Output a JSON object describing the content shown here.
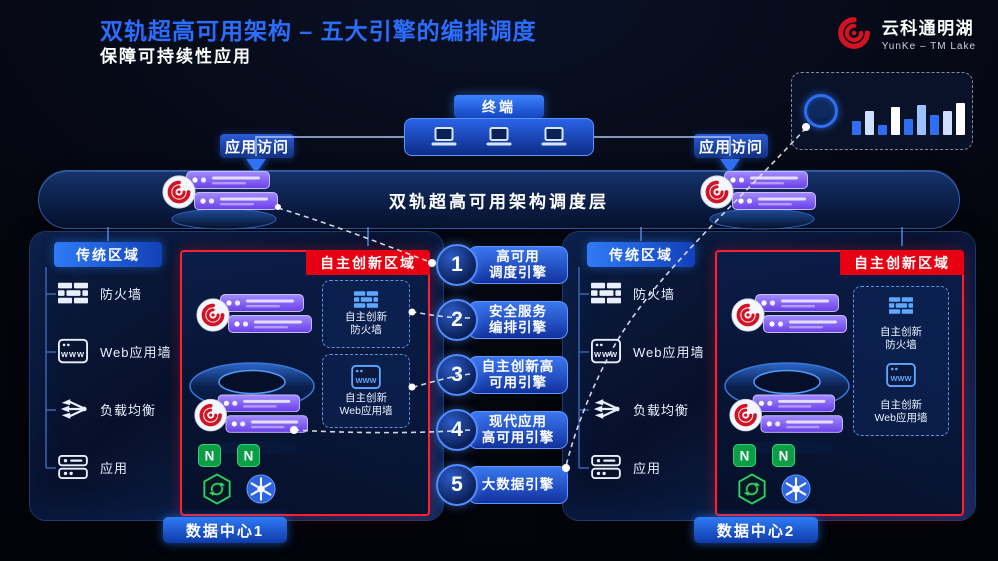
{
  "header": {
    "title": "双轨超高可用架构 – 五大引擎的编排调度",
    "subtitle": "保障可持续性应用"
  },
  "logo": {
    "name": "云科通明湖",
    "subname": "YunKe – TM Lake"
  },
  "stats_panel": {
    "bars": [
      14,
      24,
      10,
      28,
      16,
      30,
      20,
      24,
      32
    ],
    "bar_colors": [
      "#2e6ff2",
      "#cfe0ff",
      "#2e6ff2",
      "#ffffff",
      "#2e6ff2",
      "#9cc1ff",
      "#2e6ff2",
      "#cfe0ff",
      "#ffffff"
    ]
  },
  "terminal": {
    "label": "终端"
  },
  "access": {
    "left": "应用访问",
    "right": "应用访问"
  },
  "scheduling_layer": {
    "label": "双轨超高可用架构调度层"
  },
  "engines": [
    {
      "num": "1",
      "line1": "高可用",
      "line2": "调度引擎"
    },
    {
      "num": "2",
      "line1": "安全服务",
      "line2": "编排引擎"
    },
    {
      "num": "3",
      "line1": "自主创新高",
      "line2": "可用引擎"
    },
    {
      "num": "4",
      "line1": "现代应用",
      "line2": "高可用引擎"
    },
    {
      "num": "5",
      "line1": "大数据引擎",
      "line2": ""
    }
  ],
  "datacenters": [
    {
      "name": "数据中心1",
      "traditional": {
        "label": "传统区域",
        "items": [
          {
            "label": "防火墙"
          },
          {
            "label": "Web应用墙"
          },
          {
            "label": "负载均衡"
          },
          {
            "label": "应用"
          }
        ]
      },
      "innovation": {
        "label": "自主创新区域",
        "firewall": {
          "line1": "自主创新",
          "line2": "防火墙"
        },
        "waf": {
          "line1": "自主创新",
          "line2": "Web应用墙"
        }
      }
    },
    {
      "name": "数据中心2",
      "traditional": {
        "label": "传统区域",
        "items": [
          {
            "label": "防火墙"
          },
          {
            "label": "Web应用墙"
          },
          {
            "label": "负载均衡"
          },
          {
            "label": "应用"
          }
        ]
      },
      "innovation": {
        "label": "自主创新区域",
        "firewall": {
          "line1": "自主创新",
          "line2": "防火墙"
        },
        "waf": {
          "line1": "自主创新",
          "line2": "Web应用墙"
        }
      }
    }
  ],
  "icons": {
    "nginx_letter": "N",
    "waf_text": "WWW"
  },
  "colors": {
    "title_blue": "#2b6dff",
    "zone_red": "#e60012",
    "innovation_border": "#ff1f2e",
    "brand_red": "#d21324"
  }
}
